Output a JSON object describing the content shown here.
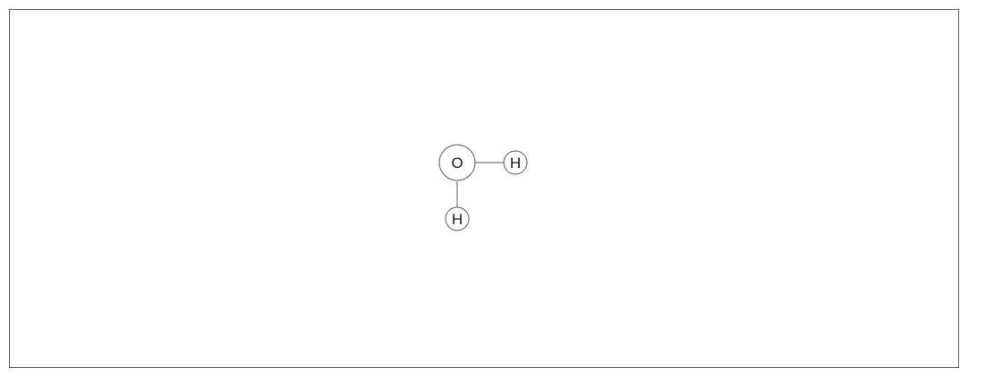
{
  "molecule": {
    "atoms": [
      {
        "id": "o1",
        "label": "O"
      },
      {
        "id": "h1",
        "label": "H"
      },
      {
        "id": "h2",
        "label": "H"
      }
    ],
    "bonds": [
      {
        "from": "o1",
        "to": "h1"
      },
      {
        "from": "o1",
        "to": "h2"
      }
    ]
  },
  "colors": {
    "stroke": "#5a5a5a",
    "text": "#1a1a1a",
    "background": "#ffffff"
  }
}
